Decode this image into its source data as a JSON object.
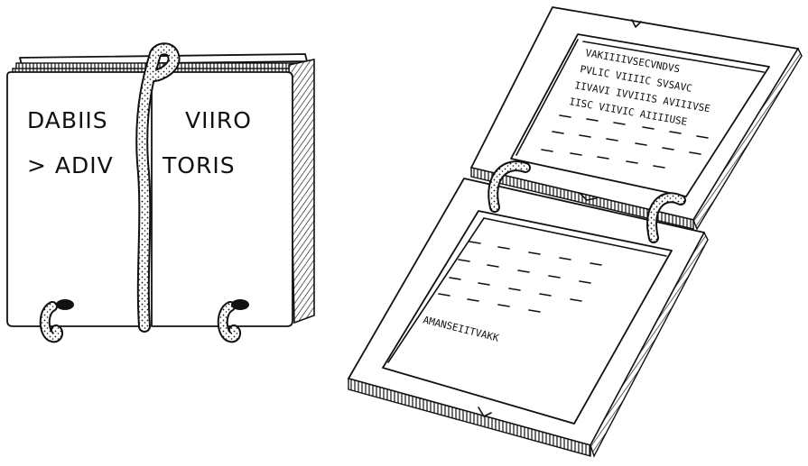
{
  "closed_tablet": {
    "left_leaf_text": [
      "DABIIS",
      "> ADIV"
    ],
    "right_leaf_text": [
      "VIIRO",
      "TORIS"
    ]
  },
  "open_tablet": {
    "top_panel_lines": [
      "VAKIIIIVSECVNDVS",
      "PVLIC VIIIIC SVSAVC",
      "IIVAVI IVVIIIS AVIIIVSE",
      "IISC VIIVIC AIIIIUSE"
    ],
    "bottom_panel_line": "AMANSEIITVAKK"
  },
  "colors": {
    "ink": "#111111",
    "paper": "#ffffff"
  }
}
